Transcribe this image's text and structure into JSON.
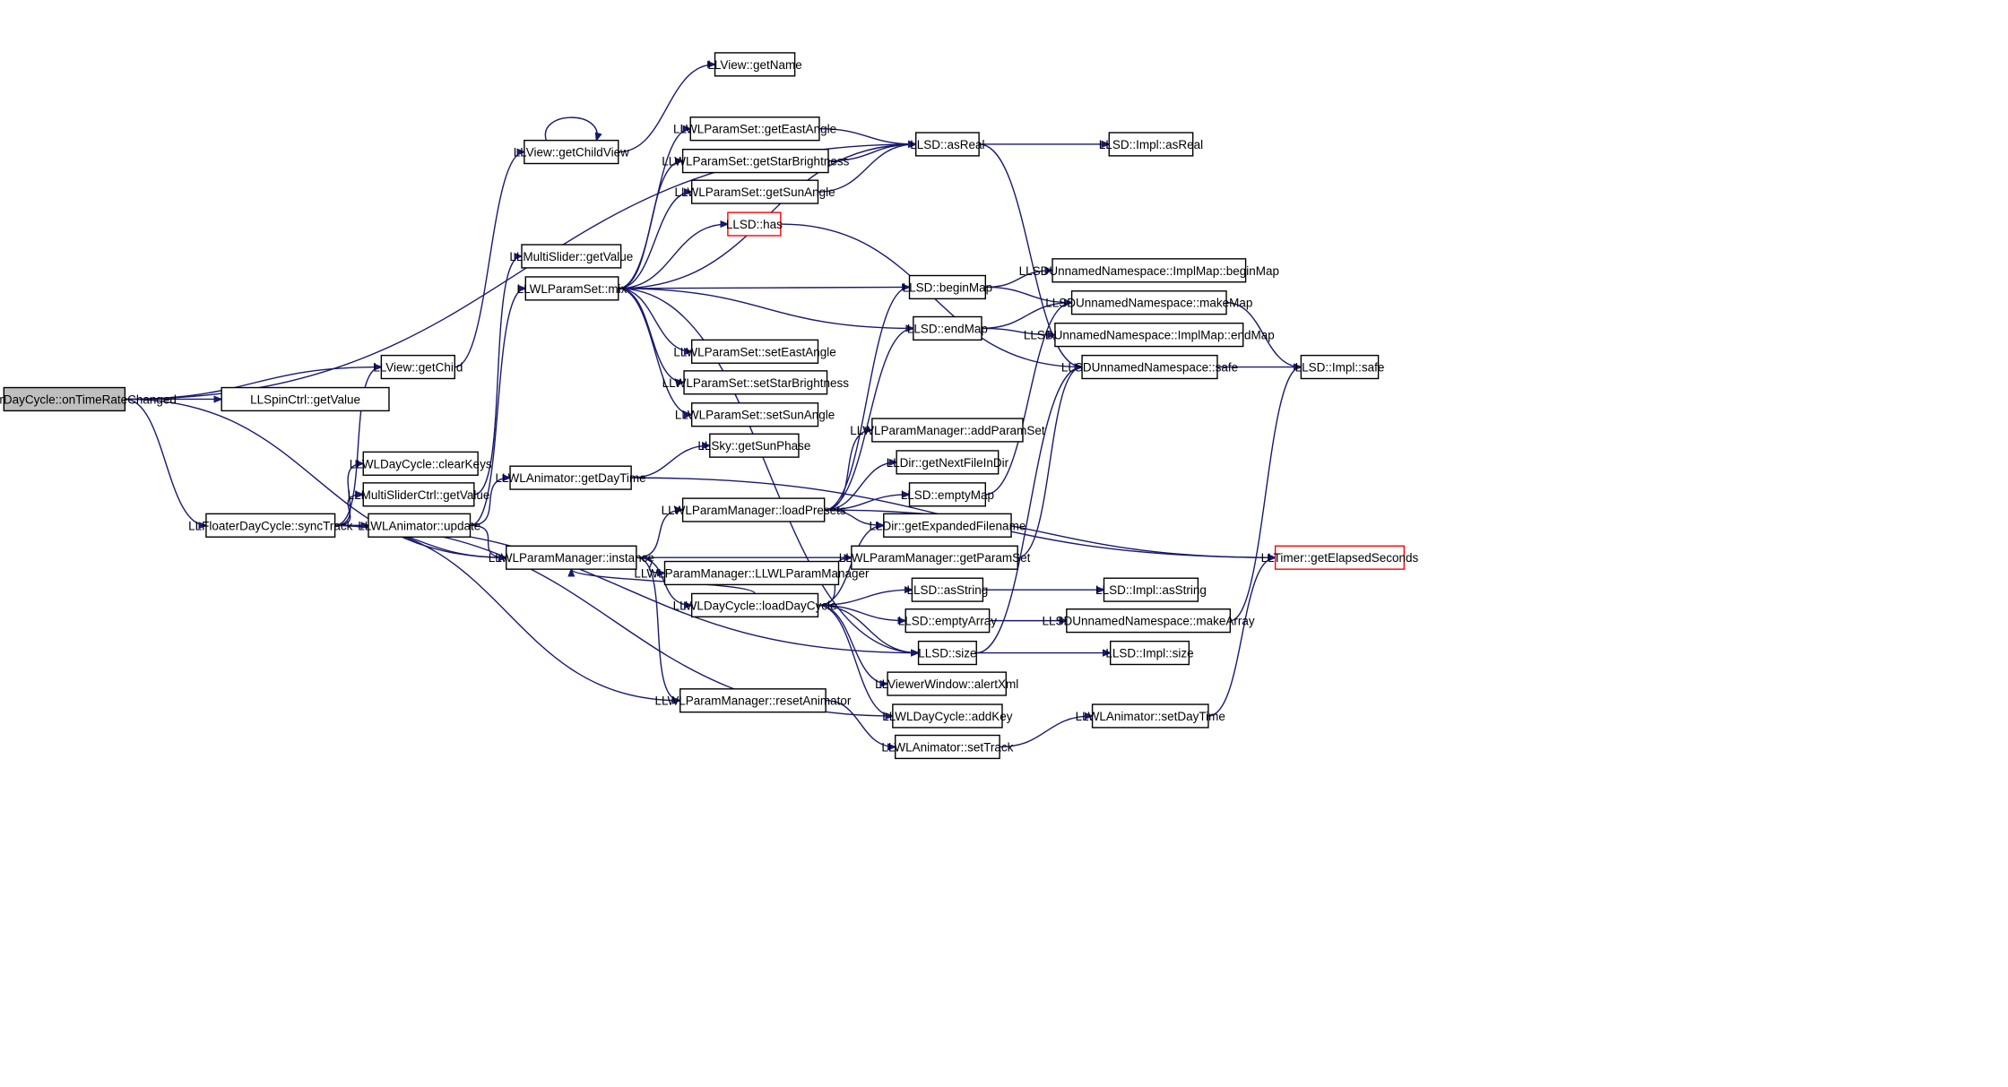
{
  "colors": {
    "edge": "#191970",
    "node_border": "#000000",
    "node_fill": "#ffffff",
    "root_fill": "#bfbfbf",
    "truncated_border": "#ff0000"
  },
  "nodes": [
    {
      "id": "onTimeRateChanged",
      "label": "LLFloaterDayCycle::onTimeRateChanged",
      "role": "root"
    },
    {
      "id": "spinGetValue",
      "label": "LLSpinCtrl::getValue"
    },
    {
      "id": "viewGetChild",
      "label": "LLView::getChild"
    },
    {
      "id": "syncTrack",
      "label": "LLFloaterDayCycle::syncTrack"
    },
    {
      "id": "clearKeys",
      "label": "LLWLDayCycle::clearKeys"
    },
    {
      "id": "msCtrlGetValue",
      "label": "LLMultiSliderCtrl::getValue"
    },
    {
      "id": "animUpdate",
      "label": "LLWLAnimator::update"
    },
    {
      "id": "getChildView",
      "label": "LLView::getChildView"
    },
    {
      "id": "msGetValue",
      "label": "LLMultiSlider::getValue"
    },
    {
      "id": "mix",
      "label": "LLWLParamSet::mix"
    },
    {
      "id": "getDayTime",
      "label": "LLWLAnimator::getDayTime"
    },
    {
      "id": "instance",
      "label": "LLWLParamManager::instance"
    },
    {
      "id": "getName",
      "label": "LLView::getName"
    },
    {
      "id": "getEastAngle",
      "label": "LLWLParamSet::getEastAngle"
    },
    {
      "id": "getStarBrightness",
      "label": "LLWLParamSet::getStarBrightness"
    },
    {
      "id": "getSunAngle",
      "label": "LLWLParamSet::getSunAngle"
    },
    {
      "id": "has",
      "label": "LLSD::has",
      "truncated": true
    },
    {
      "id": "setEastAngle",
      "label": "LLWLParamSet::setEastAngle"
    },
    {
      "id": "setStarBrightness",
      "label": "LLWLParamSet::setStarBrightness"
    },
    {
      "id": "setSunAngle",
      "label": "LLWLParamSet::setSunAngle"
    },
    {
      "id": "getSunPhase",
      "label": "LLSky::getSunPhase"
    },
    {
      "id": "loadPresets",
      "label": "LLWLParamManager::loadPresets"
    },
    {
      "id": "ctor",
      "label": "LLWLParamManager::LLWLParamManager"
    },
    {
      "id": "loadDayCycle",
      "label": "LLWLDayCycle::loadDayCycle"
    },
    {
      "id": "resetAnimator",
      "label": "LLWLParamManager::resetAnimator"
    },
    {
      "id": "asReal",
      "label": "LLSD::asReal"
    },
    {
      "id": "beginMap",
      "label": "LLSD::beginMap"
    },
    {
      "id": "endMap",
      "label": "LLSD::endMap"
    },
    {
      "id": "addParamSet",
      "label": "LLWLParamManager::addParamSet"
    },
    {
      "id": "getNextFileInDir",
      "label": "LLDir::getNextFileInDir"
    },
    {
      "id": "emptyMap",
      "label": "LLSD::emptyMap"
    },
    {
      "id": "getExpandedFilename",
      "label": "LLDir::getExpandedFilename"
    },
    {
      "id": "getParamSet",
      "label": "LLWLParamManager::getParamSet"
    },
    {
      "id": "asString",
      "label": "LLSD::asString"
    },
    {
      "id": "emptyArray",
      "label": "LLSD::emptyArray"
    },
    {
      "id": "size",
      "label": "LLSD::size"
    },
    {
      "id": "alertXml",
      "label": "LLViewerWindow::alertXml"
    },
    {
      "id": "addKey",
      "label": "LLWLDayCycle::addKey"
    },
    {
      "id": "setTrack",
      "label": "LLWLAnimator::setTrack"
    },
    {
      "id": "implAsReal",
      "label": "LLSD::Impl::asReal"
    },
    {
      "id": "implMapBeginMap",
      "label": "LLSDUnnamedNamespace::ImplMap::beginMap"
    },
    {
      "id": "makeMap",
      "label": "LLSDUnnamedNamespace::makeMap"
    },
    {
      "id": "implMapEndMap",
      "label": "LLSDUnnamedNamespace::ImplMap::endMap"
    },
    {
      "id": "nsSafe",
      "label": "LLSDUnnamedNamespace::safe"
    },
    {
      "id": "implAsString",
      "label": "LLSD::Impl::asString"
    },
    {
      "id": "makeArray",
      "label": "LLSDUnnamedNamespace::makeArray"
    },
    {
      "id": "implSize",
      "label": "LLSD::Impl::size"
    },
    {
      "id": "setDayTime",
      "label": "LLWLAnimator::setDayTime"
    },
    {
      "id": "implSafe",
      "label": "LLSD::Impl::safe"
    },
    {
      "id": "getElapsedSeconds",
      "label": "LLTimer::getElapsedSeconds",
      "truncated": true
    }
  ],
  "edges": [
    [
      "onTimeRateChanged",
      "spinGetValue"
    ],
    [
      "onTimeRateChanged",
      "viewGetChild"
    ],
    [
      "onTimeRateChanged",
      "syncTrack"
    ],
    [
      "onTimeRateChanged",
      "instance"
    ],
    [
      "onTimeRateChanged",
      "asReal"
    ],
    [
      "viewGetChild",
      "getChildView"
    ],
    [
      "getChildView",
      "getChildView"
    ],
    [
      "getChildView",
      "getName"
    ],
    [
      "syncTrack",
      "viewGetChild"
    ],
    [
      "syncTrack",
      "clearKeys"
    ],
    [
      "syncTrack",
      "msCtrlGetValue"
    ],
    [
      "syncTrack",
      "animUpdate"
    ],
    [
      "syncTrack",
      "instance"
    ],
    [
      "syncTrack",
      "size"
    ],
    [
      "syncTrack",
      "addKey"
    ],
    [
      "syncTrack",
      "resetAnimator"
    ],
    [
      "msCtrlGetValue",
      "msGetValue"
    ],
    [
      "animUpdate",
      "mix"
    ],
    [
      "animUpdate",
      "getDayTime"
    ],
    [
      "animUpdate",
      "instance"
    ],
    [
      "mix",
      "asReal"
    ],
    [
      "mix",
      "getEastAngle"
    ],
    [
      "mix",
      "getStarBrightness"
    ],
    [
      "mix",
      "getSunAngle"
    ],
    [
      "mix",
      "has"
    ],
    [
      "mix",
      "beginMap"
    ],
    [
      "mix",
      "endMap"
    ],
    [
      "mix",
      "setEastAngle"
    ],
    [
      "mix",
      "setStarBrightness"
    ],
    [
      "mix",
      "setSunAngle"
    ],
    [
      "mix",
      "size"
    ],
    [
      "getDayTime",
      "getSunPhase"
    ],
    [
      "getDayTime",
      "getElapsedSeconds"
    ],
    [
      "instance",
      "loadPresets"
    ],
    [
      "instance",
      "ctor"
    ],
    [
      "instance",
      "loadDayCycle"
    ],
    [
      "instance",
      "getParamSet"
    ],
    [
      "instance",
      "resetAnimator"
    ],
    [
      "loadDayCycle",
      "instance"
    ],
    [
      "getEastAngle",
      "asReal"
    ],
    [
      "getStarBrightness",
      "asReal"
    ],
    [
      "getSunAngle",
      "asReal"
    ],
    [
      "has",
      "nsSafe"
    ],
    [
      "asReal",
      "implAsReal"
    ],
    [
      "asReal",
      "nsSafe"
    ],
    [
      "beginMap",
      "implMapBeginMap"
    ],
    [
      "beginMap",
      "makeMap"
    ],
    [
      "endMap",
      "implMapEndMap"
    ],
    [
      "endMap",
      "makeMap"
    ],
    [
      "loadPresets",
      "addParamSet"
    ],
    [
      "loadPresets",
      "getNextFileInDir"
    ],
    [
      "loadPresets",
      "emptyMap"
    ],
    [
      "loadPresets",
      "getExpandedFilename"
    ],
    [
      "loadPresets",
      "beginMap"
    ],
    [
      "loadPresets",
      "endMap"
    ],
    [
      "loadPresets",
      "getElapsedSeconds"
    ],
    [
      "emptyMap",
      "makeMap"
    ],
    [
      "loadDayCycle",
      "getExpandedFilename"
    ],
    [
      "loadDayCycle",
      "getParamSet"
    ],
    [
      "loadDayCycle",
      "asString"
    ],
    [
      "loadDayCycle",
      "emptyArray"
    ],
    [
      "loadDayCycle",
      "size"
    ],
    [
      "loadDayCycle",
      "alertXml"
    ],
    [
      "loadDayCycle",
      "addKey"
    ],
    [
      "getParamSet",
      "nsSafe"
    ],
    [
      "asString",
      "implAsString"
    ],
    [
      "emptyArray",
      "makeArray"
    ],
    [
      "size",
      "implSize"
    ],
    [
      "size",
      "nsSafe"
    ],
    [
      "resetAnimator",
      "setTrack"
    ],
    [
      "setTrack",
      "setDayTime"
    ],
    [
      "makeMap",
      "implSafe"
    ],
    [
      "nsSafe",
      "implSafe"
    ],
    [
      "makeArray",
      "implSafe"
    ],
    [
      "setDayTime",
      "getElapsedSeconds"
    ]
  ]
}
